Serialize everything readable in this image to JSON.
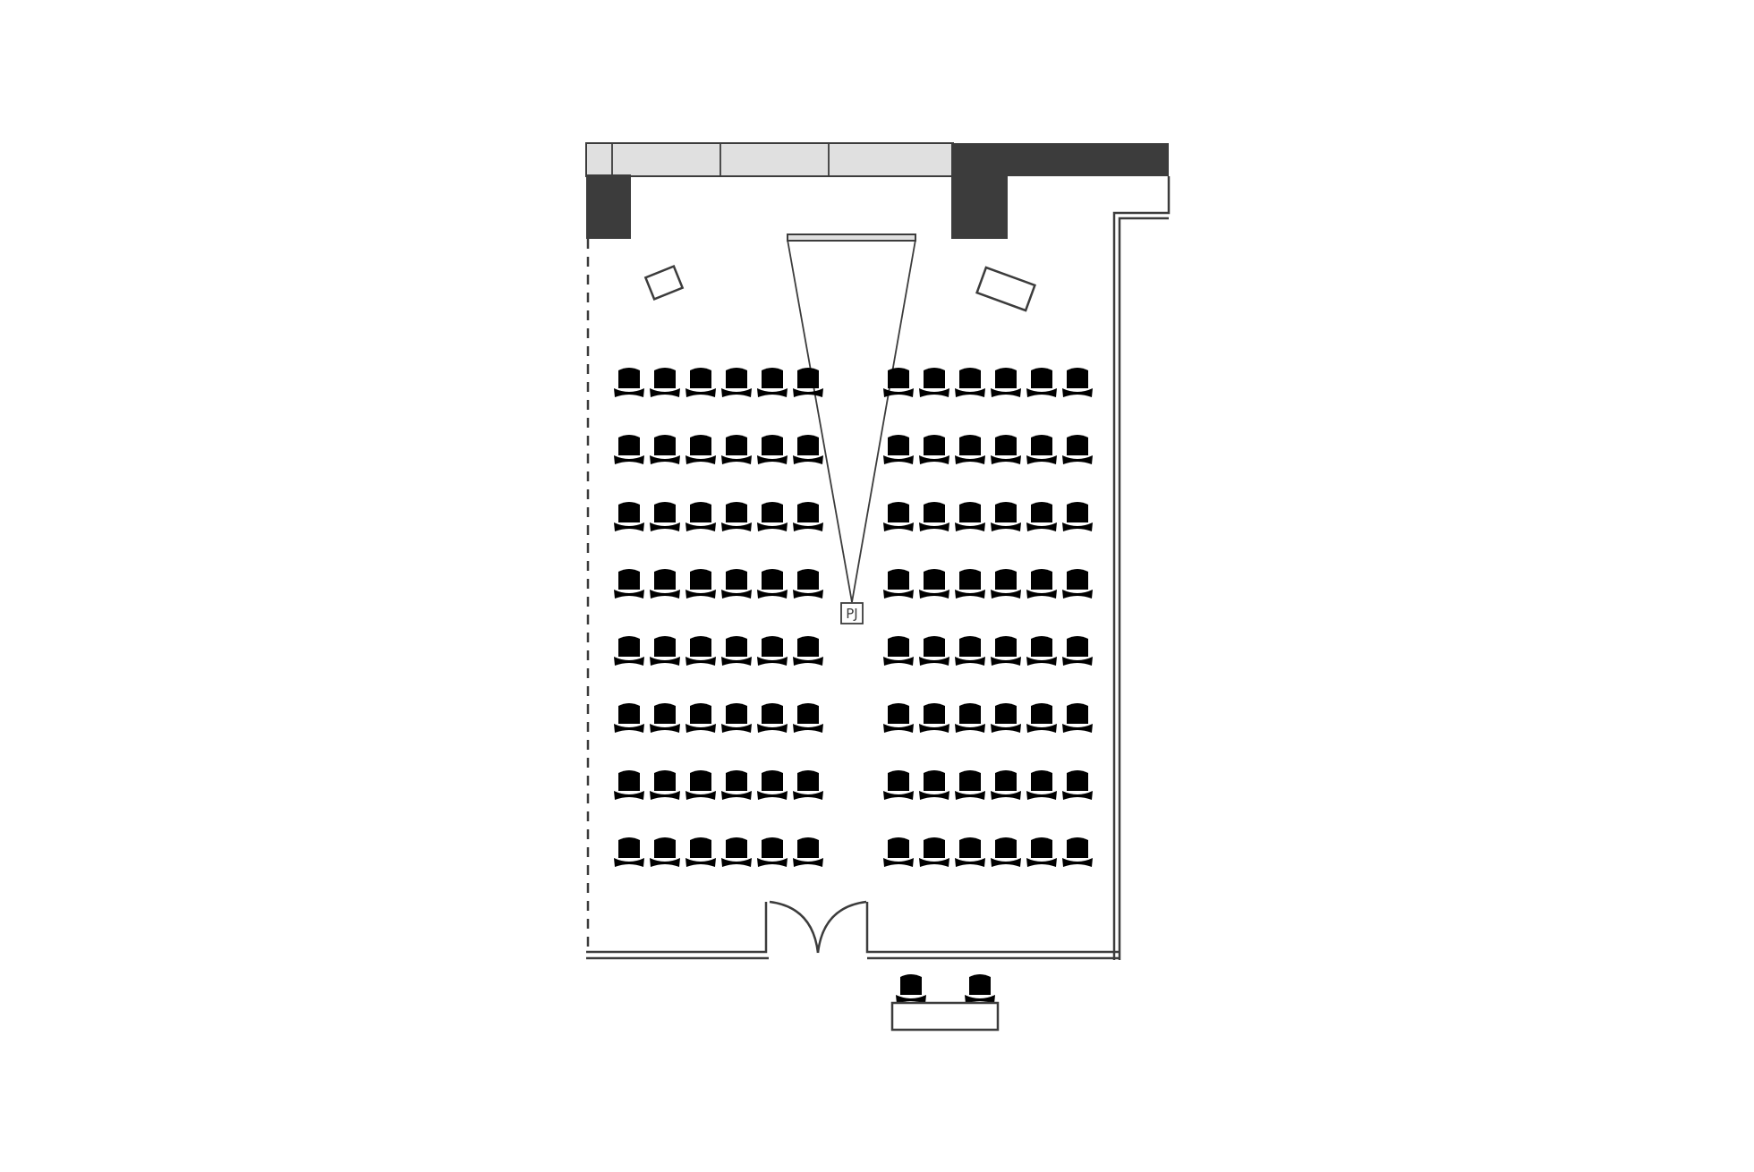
{
  "diagram": {
    "type": "floor-plan",
    "layout_style": "theater",
    "projector_label": "PJ",
    "seating": {
      "left_block": {
        "rows": 8,
        "chairs_per_row": 6
      },
      "right_block": {
        "rows": 8,
        "chairs_per_row": 6
      },
      "total_seats": 96
    },
    "registration_table": {
      "chairs": 2
    },
    "colors": {
      "wall": "#3c3c3c",
      "window": "#e0e0e0",
      "line": "#3c3c3c",
      "background": "#ffffff"
    }
  }
}
